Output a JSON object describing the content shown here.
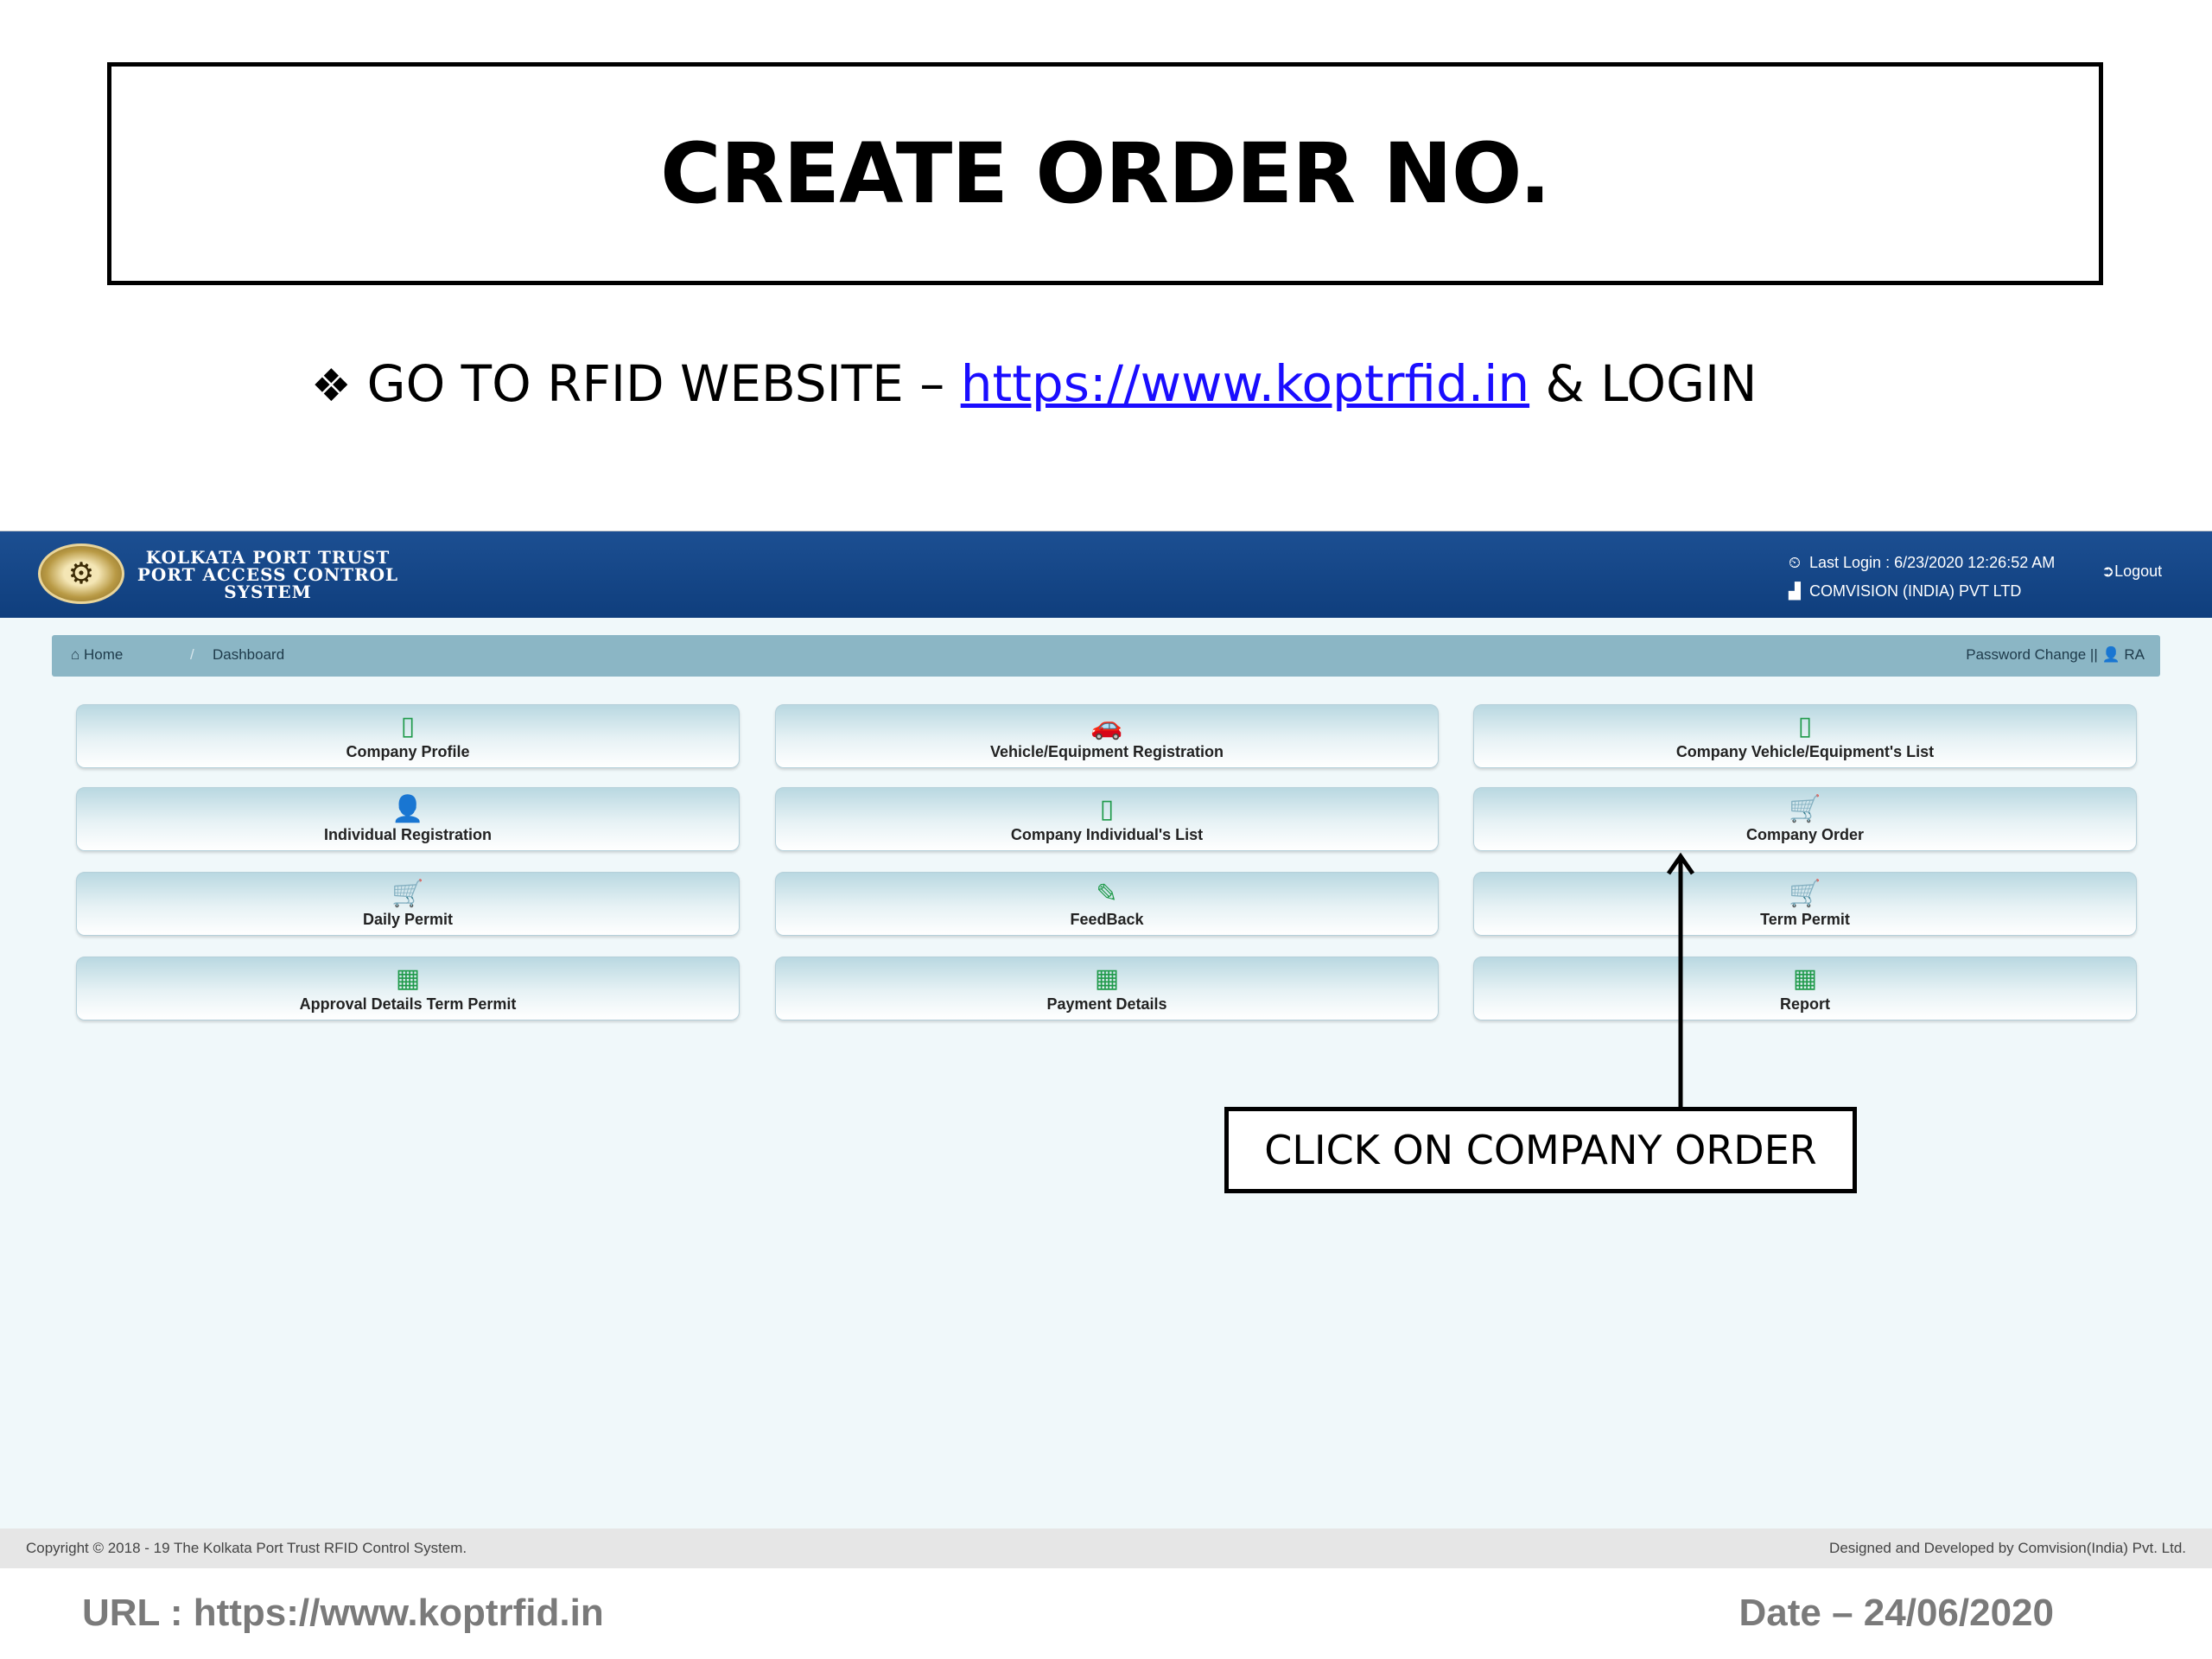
{
  "slide": {
    "title": "CREATE ORDER NO.",
    "instruction_prefix": "GO TO RFID WEBSITE –",
    "instruction_link": "https://www.koptrfid.in",
    "instruction_suffix": "& LOGIN",
    "bullet_glyph": "❖",
    "callout": "CLICK ON COMPANY ORDER",
    "footer_url": "URL : https://www.koptrfid.in",
    "footer_date": "Date – 24/06/2020"
  },
  "app": {
    "logo_line1": "KOLKATA PORT TRUST",
    "logo_line2": "PORT ACCESS CONTROL",
    "logo_line3": "SYSTEM",
    "last_login": "Last Login : 6/23/2020 12:26:52 AM",
    "company": "COMVISION (INDIA) PVT LTD",
    "logout": "Logout",
    "breadcrumb_home": "Home",
    "breadcrumb_sep": "/",
    "breadcrumb_current": "Dashboard",
    "password_change": "Password Change ||",
    "user": "RA",
    "tiles": [
      {
        "label": "Company Profile",
        "icon": "tablet-icon"
      },
      {
        "label": "Vehicle/Equipment Registration",
        "icon": "car-icon"
      },
      {
        "label": "Company Vehicle/Equipment's List",
        "icon": "tablet-icon"
      },
      {
        "label": "Individual Registration",
        "icon": "user-icon"
      },
      {
        "label": "Company Individual's List",
        "icon": "tablet-icon"
      },
      {
        "label": "Company Order",
        "icon": "cart-icon"
      },
      {
        "label": "Daily Permit",
        "icon": "cart-icon"
      },
      {
        "label": "FeedBack",
        "icon": "edit-icon"
      },
      {
        "label": "Term Permit",
        "icon": "cart-icon"
      },
      {
        "label": "Approval Details Term Permit",
        "icon": "list-icon"
      },
      {
        "label": "Payment Details",
        "icon": "list-icon"
      },
      {
        "label": "Report",
        "icon": "list-icon"
      }
    ],
    "footer_left": "Copyright © 2018 - 19 The Kolkata Port Trust RFID Control System.",
    "footer_right": "Designed and Developed by Comvision(India) Pvt. Ltd.",
    "colors": {
      "header": "#1c4f92",
      "breadcrumb": "#8bb6c5",
      "icon": "#1f9a4a",
      "link": "#1a0dff"
    }
  }
}
